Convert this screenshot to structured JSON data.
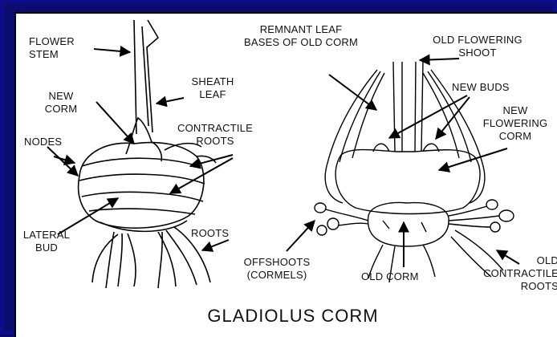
{
  "title": "GLADIOLUS CORM",
  "labels": {
    "flower_stem": "FLOWER\nSTEM",
    "new_corm": "NEW\nCORM",
    "sheath_leaf": "SHEATH\nLEAF",
    "contractile_roots": "CONTRACTILE\nROOTS",
    "nodes": "NODES",
    "lateral_bud": "LATERAL\nBUD",
    "roots": "ROOTS",
    "remnant_leaf": "REMNANT LEAF\nBASES OF OLD CORM",
    "old_flowering_shoot": "OLD FLOWERING\nSHOOT",
    "new_buds": "NEW BUDS",
    "new_flowering_corm": "NEW\nFLOWERING\nCORM",
    "offshoots": "OFFSHOOTS\n(CORMELS)",
    "old_corm": "OLD CORM",
    "old_contractile_roots": "OLD\nCONTRACTILE\nROOTS"
  }
}
